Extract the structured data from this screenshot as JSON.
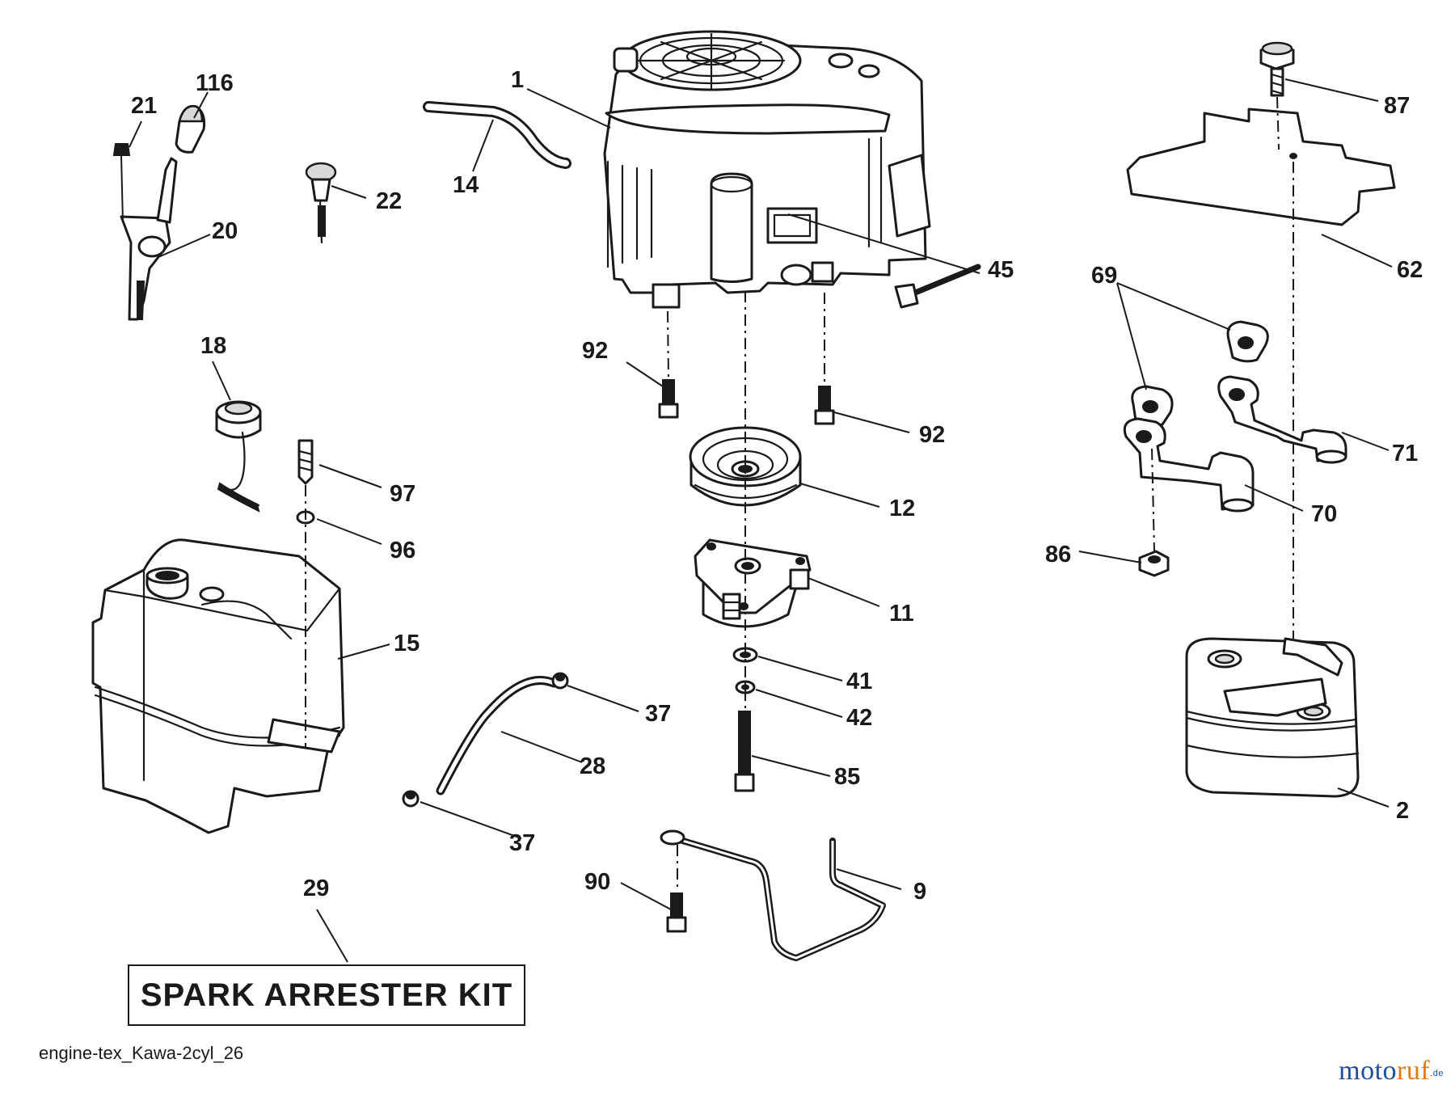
{
  "diagram": {
    "callouts": {
      "p1": "1",
      "p2": "2",
      "p9": "9",
      "p11": "11",
      "p12": "12",
      "p14": "14",
      "p15": "15",
      "p18": "18",
      "p20": "20",
      "p21": "21",
      "p22": "22",
      "p28": "28",
      "p29": "29",
      "p37a": "37",
      "p37b": "37",
      "p41": "41",
      "p42": "42",
      "p45": "45",
      "p62": "62",
      "p69": "69",
      "p70": "70",
      "p71": "71",
      "p85": "85",
      "p86": "86",
      "p87": "87",
      "p90": "90",
      "p92a": "92",
      "p92b": "92",
      "p96": "96",
      "p97": "97",
      "p116": "116"
    },
    "kit_label": "SPARK ARRESTER KIT",
    "file_label": "engine-tex_Kawa-2cyl_26"
  },
  "watermark": {
    "main": "moto",
    "accent": "ruf",
    "suffix": ".de",
    "colors": {
      "main": "#1d4fa0",
      "accent": "#e07b14"
    }
  }
}
